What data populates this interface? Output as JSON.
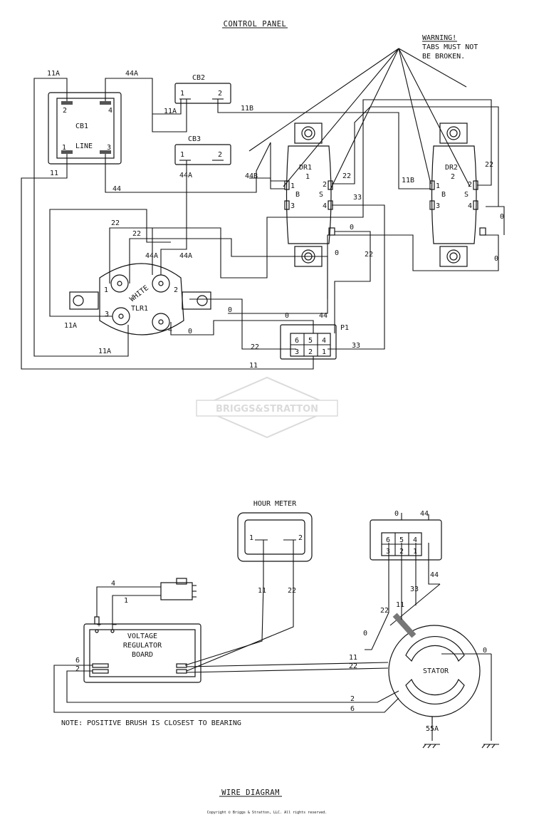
{
  "titles": {
    "control_panel": "CONTROL PANEL",
    "wire_diagram": "WIRE DIAGRAM",
    "copyright": "Copyright © Briggs & Stratton, LLC. All rights reserved."
  },
  "warning": {
    "line1": "WARNING!",
    "line2": "TABS MUST NOT",
    "line3": "BE BROKEN."
  },
  "logo": "BRIGGS&STRATTON",
  "components": {
    "cb1": {
      "name": "CB1",
      "line": "LINE",
      "p1": "1",
      "p2": "2",
      "p3": "3",
      "p4": "4"
    },
    "cb2": {
      "name": "CB2",
      "p1": "1",
      "p2": "2"
    },
    "cb3": {
      "name": "CB3",
      "p1": "1",
      "p2": "2"
    },
    "dr1": {
      "name": "DR1",
      "num": "1",
      "b": "B",
      "s": "S",
      "p1": "1",
      "p2": "2",
      "p3": "3",
      "p4": "4"
    },
    "dr2": {
      "name": "DR2",
      "num": "2",
      "b": "B",
      "s": "S",
      "p1": "1",
      "p2": "2",
      "p3": "3",
      "p4": "4"
    },
    "tlr1": {
      "name": "TLR1",
      "white": "WHITE",
      "p1": "1",
      "p2": "2",
      "p3": "3",
      "p4": "4"
    },
    "p1": {
      "name": "P1",
      "pins": [
        "6",
        "5",
        "4",
        "3",
        "2",
        "1"
      ]
    },
    "plug2": {
      "pins": [
        "6",
        "5",
        "4",
        "3",
        "2",
        "1"
      ]
    },
    "hour_meter": {
      "name": "HOUR METER",
      "p1": "1",
      "p2": "2"
    },
    "vreg": {
      "line1": "VOLTAGE",
      "line2": "REGULATOR",
      "line3": "BOARD",
      "plus": "+",
      "minus": "−",
      "p6": "6",
      "p2": "2"
    },
    "stator": {
      "name": "STATOR"
    }
  },
  "wires": {
    "w11A": "11A",
    "w44A": "44A",
    "w11B": "11B",
    "w44B": "44B",
    "w44": "44",
    "w11": "11",
    "w22": "22",
    "w33": "33",
    "w0": "0",
    "w55A": "55A",
    "w4": "4",
    "w1": "1",
    "w2": "2",
    "w6": "6"
  },
  "note": "NOTE: POSITIVE BRUSH IS CLOSEST TO BEARING"
}
